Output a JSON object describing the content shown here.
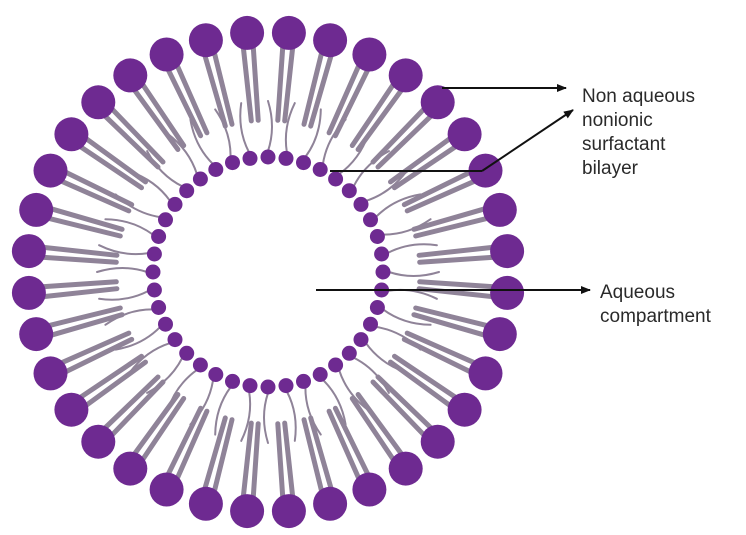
{
  "labels": {
    "bilayer": [
      "Non aqueous",
      "nonionic",
      "surfactant",
      "bilayer"
    ],
    "aqueous": [
      "Aqueous",
      "compartment"
    ]
  },
  "colors": {
    "head": "#6e2a91",
    "tail": "#8f8398",
    "arrow": "#111111",
    "text": "#2a2a2a",
    "background": "#ffffff"
  }
}
